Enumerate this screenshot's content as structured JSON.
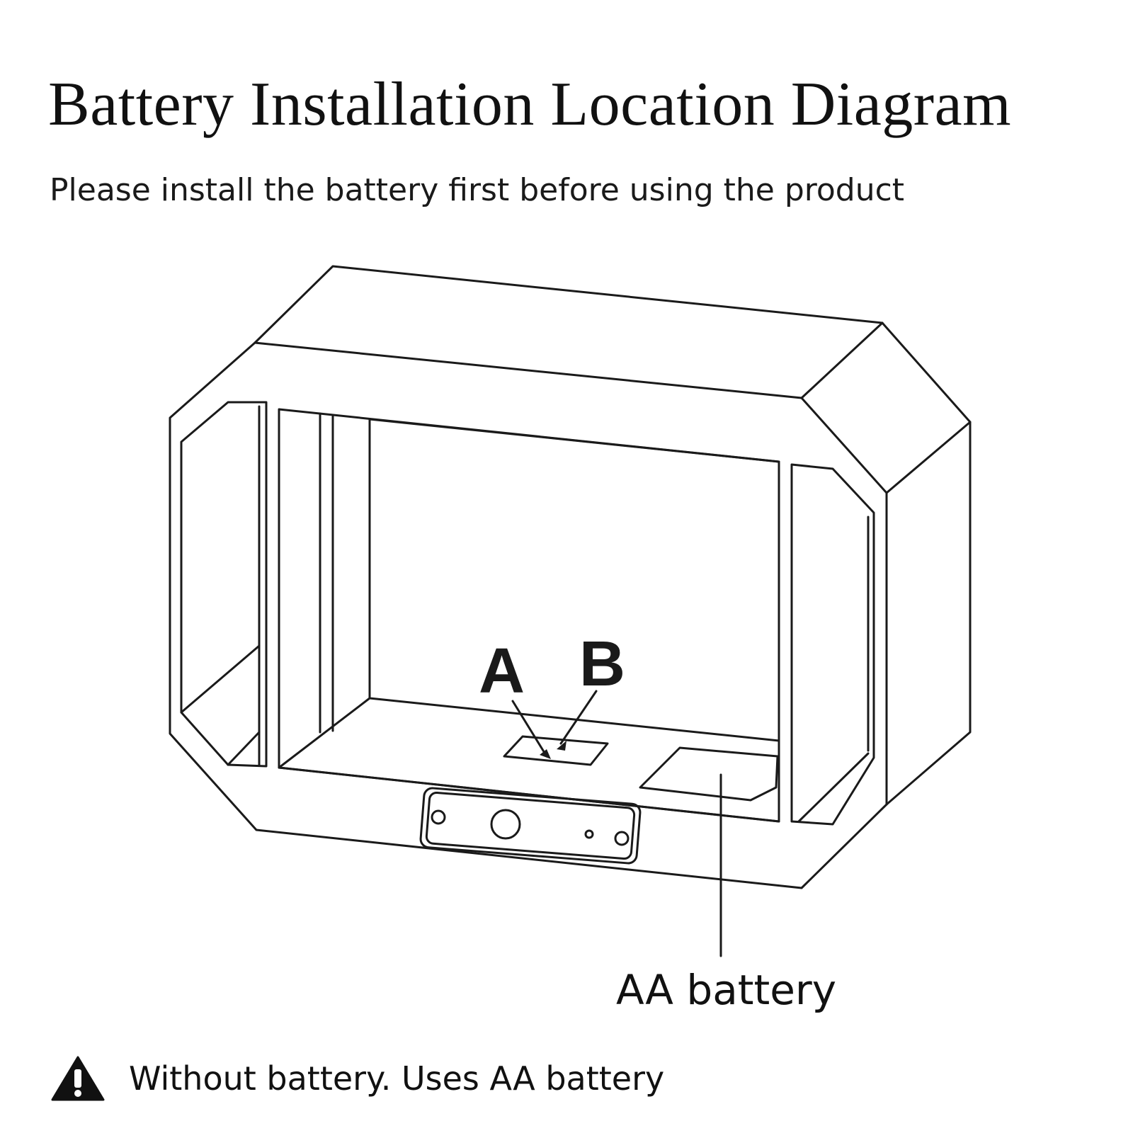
{
  "header": {
    "title": "Battery Installation Location Diagram",
    "subtitle": "Please install the battery first before using the product"
  },
  "diagram": {
    "labels": {
      "a": "A",
      "b": "B",
      "aa_battery": "AA battery"
    }
  },
  "warning": {
    "icon": "warning-triangle-icon",
    "text": "Without battery. Uses AA battery"
  },
  "colors": {
    "line": "#1a1a1a",
    "background": "#ffffff"
  }
}
